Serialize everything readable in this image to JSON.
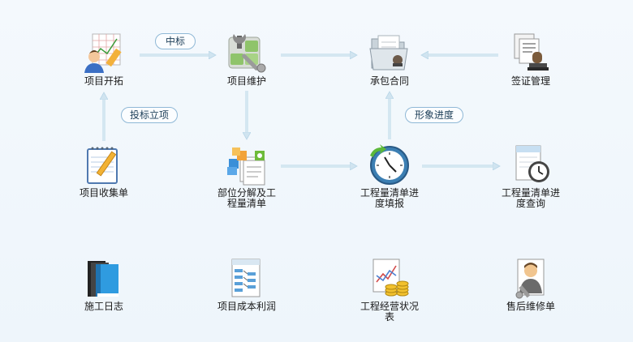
{
  "nodes": {
    "project_development": "项目开拓",
    "project_maintenance": "项目维护",
    "contract": "承包合同",
    "signature_management": "签证管理",
    "project_collection_form": "项目收集单",
    "part_breakdown_bill": "部位分解及工程量清单",
    "bill_progress_entry": "工程量清单进度填报",
    "bill_progress_query": "工程量清单进度查询",
    "construction_log": "施工日志",
    "project_cost_profit": "项目成本利润",
    "project_operation_report": "工程经营状况表",
    "after_sales_repair": "售后维修单"
  },
  "tags": {
    "winning_bid": "中标",
    "bid_approval": "投标立项",
    "visual_progress": "形象进度"
  },
  "colors": {
    "arrow": "#d6e8f2",
    "arrow_edge": "#b9d6e7",
    "tag_border": "#8fb8d6"
  }
}
